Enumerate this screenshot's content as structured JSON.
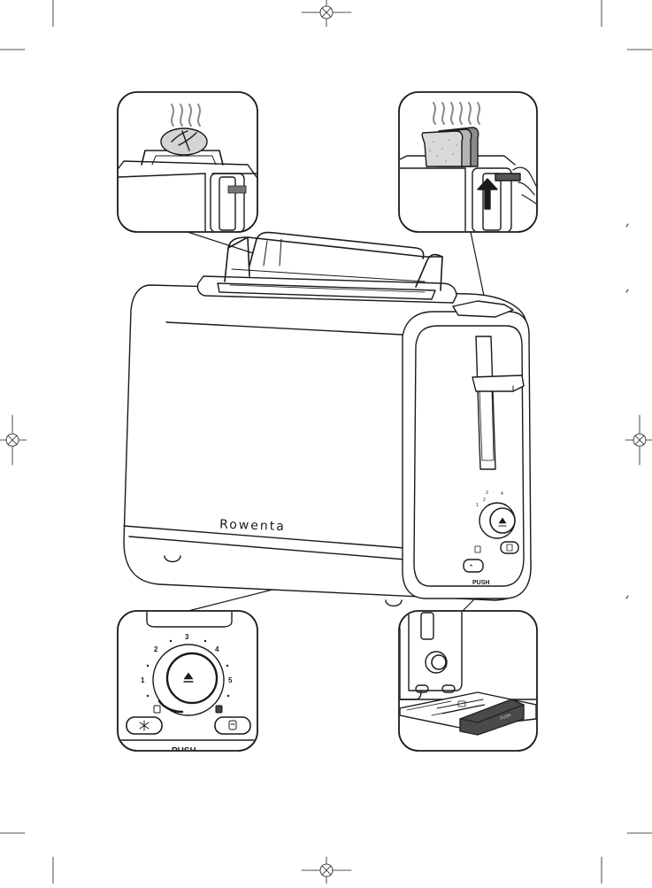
{
  "brand": "Rowenta",
  "dial_numbers": [
    "1",
    "2",
    "3",
    "4",
    "5"
  ],
  "push_label": "PUSH",
  "tray_label": "PUSH",
  "colors": {
    "stroke": "#1a1a1a",
    "panel_fill": "#ffffff",
    "toast_gray": "#9a9a9a",
    "toast_light": "#d9d9d9",
    "tray_dark": "#4a4a4a"
  },
  "icons": {
    "eject": "eject-icon",
    "defrost": "snowflake-icon",
    "reheat": "toast-slice-icon",
    "steam": "steam-icon",
    "arrow": "arrow-up-icon"
  }
}
